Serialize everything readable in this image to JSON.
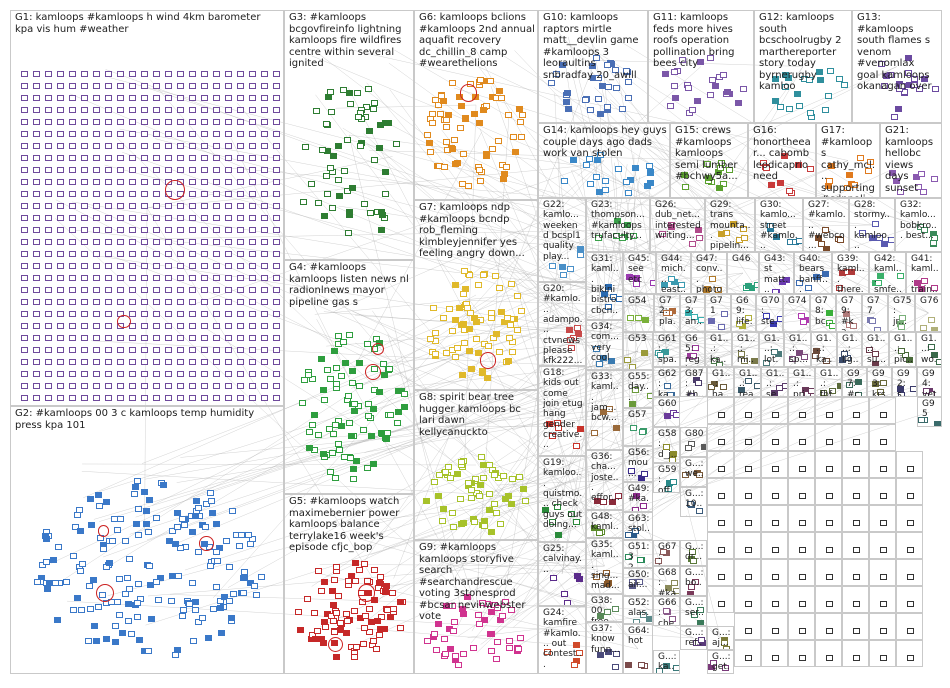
{
  "groups": [
    {
      "id": "G1",
      "text": "G1: kamloops #kamloops h wind 4km barometer kpa vis hum #weather",
      "color": "#6f4a9c"
    },
    {
      "id": "G2",
      "text": "G2: #kamloops 00 3 c kamloops temp humidity press kpa 101",
      "color": "#3a78c8"
    },
    {
      "id": "G3",
      "text": "G3: #kamloops bcgovfireinfo lightning kamloops fire wildfires centre within several ignited",
      "color": "#2e7d32"
    },
    {
      "id": "G4",
      "text": "G4: #kamloops kamloops listen news nl radionlnews mayor pipeline gas s",
      "color": "#2e9e3e"
    },
    {
      "id": "G5",
      "text": "G5: #kamloops watch maximebernier power kamloops balance terrylake16 week's episode cfjc_bop",
      "color": "#c62828"
    },
    {
      "id": "G6",
      "text": "G6: kamloops bclions #kamloops 2nd annual aquafit recovery dc_chillin_8 camp #wearethelions",
      "color": "#e08a1e"
    },
    {
      "id": "G7",
      "text": "G7: kamloops ndp #kamloops bcndp rob_fleming kimbleyjennifer yes feeling angry down...",
      "color": "#e0b92a"
    },
    {
      "id": "G8",
      "text": "G8: spirit bear tree hugger kamloops bc lari dawn kellycanuckto",
      "color": "#a7c22a"
    },
    {
      "id": "G9",
      "text": "G9: #kamloops kamloops storyfive search #searchandrescue voting 3stonesprod #bcsar nevinwebster vote",
      "color": "#d0338f"
    },
    {
      "id": "G10",
      "text": "G10: kamloops raptors mirtle matt__devlin game #kamloops 3 leoraultins snbradfay 20_awill",
      "color": "#4a6fb5"
    },
    {
      "id": "G11",
      "text": "G11: kamloops feds more hives roofs operation pollination bring bees city",
      "color": "#7b57a8"
    },
    {
      "id": "G12",
      "text": "G12: kamloops south bcschoolrugby 2 marthereporter story today byrnerugby kamloo",
      "color": "#2f8f9d"
    },
    {
      "id": "G13",
      "text": "G13: #kamloops south flames s venom #venomlax goal kamloops okanagan over",
      "color": "#6b4aa0"
    },
    {
      "id": "G14",
      "text": "G14: kamloops hey guys couple days ago dads work van stolen",
      "color": "#3a88c8"
    },
    {
      "id": "G15",
      "text": "G15: crews #kamloops kamloops semi lumber #bchwy5a...",
      "color": "#5aa02e"
    },
    {
      "id": "G16",
      "text": "G16: honortheear... cabomb leodicaprio need",
      "color": "#c83a3a"
    },
    {
      "id": "G17",
      "text": "G17: #kamloops cathy_mcl... supporting #cdnpoli...",
      "color": "#e07a1e"
    },
    {
      "id": "G21",
      "text": "G21: kamloops hellobc views days sunset",
      "color": "#8a5ab0"
    },
    {
      "id": "G22",
      "text": "G22: kamlo... weekend bcspl1 quality play...",
      "color": "#4a90c8"
    },
    {
      "id": "G23",
      "text": "G23: thompson... #kamloops trufaculty...",
      "color": "#3aa04a"
    },
    {
      "id": "G26",
      "text": "G26: dub_net... interested writing...",
      "color": "#b04a8a"
    },
    {
      "id": "G29",
      "text": "G29: trans mounta... pipelin...",
      "color": "#c8a02a"
    },
    {
      "id": "G30",
      "text": "G30: kamlo... street #kamlo...",
      "color": "#2a7a9a"
    },
    {
      "id": "G27",
      "text": "G27: #kamlo... #webco... #comic...",
      "color": "#7a4a2a"
    },
    {
      "id": "G28",
      "text": "G28: stormy... kamloo... ryannor...",
      "color": "#5a5ab0"
    },
    {
      "id": "G32",
      "text": "G32: kamlo... bobkro... best...",
      "color": "#3a8a5a"
    },
    {
      "id": "G20",
      "text": "G20: #kamlo... adampo... ctvnews please kfk222...",
      "color": "#c84a4a"
    },
    {
      "id": "G31",
      "text": "G31: kaml... bikini bistro cbcn...",
      "color": "#2a6ab0"
    },
    {
      "id": "G45",
      "text": "G45: see etc",
      "color": "#9a3ab0"
    },
    {
      "id": "G44",
      "text": "G44: mich... east...",
      "color": "#3a9ab0"
    },
    {
      "id": "G47",
      "text": "G47: conv... photo...",
      "color": "#b07a2a"
    },
    {
      "id": "G46",
      "text": "G46",
      "color": "#2aa07a"
    },
    {
      "id": "G43",
      "text": "G43: st matt...",
      "color": "#6a3ab0"
    },
    {
      "id": "G40",
      "text": "G40: bears banff...",
      "color": "#3a6ab0"
    },
    {
      "id": "G39",
      "text": "G39: kaml... there... smfe...",
      "color": "#b03a3a"
    },
    {
      "id": "G42",
      "text": "G42: kaml... smfe...",
      "color": "#3ab06a"
    },
    {
      "id": "G41",
      "text": "G41: kaml... train...",
      "color": "#b03a8a"
    },
    {
      "id": "G34",
      "text": "G34: com... very cool",
      "color": "#3a7ab0"
    },
    {
      "id": "G54",
      "text": "G54",
      "color": "#7ab03a"
    },
    {
      "id": "G72",
      "text": "G72: pla...",
      "color": "#b06a3a"
    },
    {
      "id": "G73",
      "text": "G73: an...",
      "color": "#3ab0b0"
    },
    {
      "id": "G71",
      "text": "G71",
      "color": "#6a6ab0"
    },
    {
      "id": "G69",
      "text": "G69: life...",
      "color": "#b0b03a"
    },
    {
      "id": "G70",
      "text": "G70: ste...",
      "color": "#3a3ab0"
    },
    {
      "id": "G74",
      "text": "G74",
      "color": "#b03ab0"
    },
    {
      "id": "G78",
      "text": "G78: bc...",
      "color": "#3ab03a"
    },
    {
      "id": "G79",
      "text": "G79: #ka...",
      "color": "#b07a7a"
    },
    {
      "id": "G77",
      "text": "G77",
      "color": "#7a7ab0"
    },
    {
      "id": "G75",
      "text": "G75: jr...",
      "color": "#7ab07a"
    },
    {
      "id": "G76",
      "text": "G76",
      "color": "#b0b07a"
    },
    {
      "id": "G18",
      "text": "G18: kids out come join etug hang gender creative...",
      "color": "#c8322a"
    },
    {
      "id": "G53",
      "text": "G53",
      "color": "#9a9a3a"
    },
    {
      "id": "G61",
      "text": "G61: spa...",
      "color": "#3a9a9a"
    },
    {
      "id": "G65",
      "text": "G65: regi...",
      "color": "#9a3a9a"
    },
    {
      "id": "G55",
      "text": "G55: day...",
      "color": "#6a9a3a"
    },
    {
      "id": "G62",
      "text": "G62: ka...",
      "color": "#3a6a9a"
    },
    {
      "id": "G33",
      "text": "G33: kaml... jam... bcw...",
      "color": "#9a6a3a"
    },
    {
      "id": "G57",
      "text": "G57",
      "color": "#3a9a6a"
    },
    {
      "id": "G60",
      "text": "G60",
      "color": "#6a3a9a"
    },
    {
      "id": "G19",
      "text": "G19: kamloo... quistmo... check guys out doing...",
      "color": "#2a8a3a"
    },
    {
      "id": "G36",
      "text": "G36: cha... joste... effor...",
      "color": "#8a2a3a"
    },
    {
      "id": "G56",
      "text": "G56: mou...",
      "color": "#3a2a8a"
    },
    {
      "id": "G58",
      "text": "G58: d_j...",
      "color": "#8a8a2a"
    },
    {
      "id": "G59",
      "text": "G59: off...",
      "color": "#2a8a8a"
    },
    {
      "id": "G49",
      "text": "G49: #ka...",
      "color": "#8a2a8a"
    },
    {
      "id": "G48",
      "text": "G48: kaml...",
      "color": "#5a8a2a"
    },
    {
      "id": "G63",
      "text": "G63: stol...",
      "color": "#2a5a8a"
    },
    {
      "id": "G35",
      "text": "G35: kaml... sing... mad...",
      "color": "#8a5a2a"
    },
    {
      "id": "G51",
      "text": "G51: 3 2...",
      "color": "#2a8a5a"
    },
    {
      "id": "G25",
      "text": "G25: calvinay...",
      "color": "#5a2a8a"
    },
    {
      "id": "G67",
      "text": "G67: top",
      "color": "#8a5a5a"
    },
    {
      "id": "G50",
      "text": "G50: air...",
      "color": "#5a5a8a"
    },
    {
      "id": "G38",
      "text": "G38: 00 free...",
      "color": "#5a8a5a"
    },
    {
      "id": "G68",
      "text": "G68: #ka...",
      "color": "#8a8a5a"
    },
    {
      "id": "G52",
      "text": "G52: alas...",
      "color": "#5a8a8a"
    },
    {
      "id": "G24",
      "text": "G24: kamfire #kamlo... out contest...",
      "color": "#d04a2a"
    },
    {
      "id": "G66",
      "text": "G66: che...",
      "color": "#8a5a8a"
    },
    {
      "id": "G37",
      "text": "G37: know funn...",
      "color": "#4a4a7a"
    },
    {
      "id": "G64",
      "text": "G64: hot",
      "color": "#7a4a4a"
    },
    {
      "id": "G1x1",
      "text": "G1...: ka...",
      "color": "#4a7a4a"
    },
    {
      "id": "G1x2",
      "text": "G1...: mi...",
      "color": "#7a7a4a"
    },
    {
      "id": "G1x3",
      "text": "G1...: lot...",
      "color": "#4a7a7a"
    },
    {
      "id": "G1x4",
      "text": "G1...: sp...",
      "color": "#7a4a7a"
    },
    {
      "id": "G1x5",
      "text": "G1...: ka...",
      "color": "#6a4a3a"
    },
    {
      "id": "G1x6",
      "text": "G1...: lig...",
      "color": "#3a4a6a"
    },
    {
      "id": "G1x7",
      "text": "G1...: su...",
      "color": "#6a3a4a"
    },
    {
      "id": "G1x8",
      "text": "G1...: pic...",
      "color": "#4a6a3a"
    },
    {
      "id": "G1x9",
      "text": "G1...: wo...",
      "color": "#3a6a4a"
    },
    {
      "id": "G87",
      "text": "G87: #h...",
      "color": "#4a3a6a"
    },
    {
      "id": "G1x10",
      "text": "G1...: ha...",
      "color": "#6a5a3a"
    },
    {
      "id": "G1x11",
      "text": "G1...: rea...",
      "color": "#3a5a6a"
    },
    {
      "id": "G1x12",
      "text": "G1...: se...",
      "color": "#5a3a6a"
    },
    {
      "id": "G1x13",
      "text": "G1...: pri...",
      "color": "#6a3a5a"
    },
    {
      "id": "G1x14",
      "text": "G1...: fbf...",
      "color": "#5a6a3a"
    },
    {
      "id": "G97",
      "text": "G97: #cd...",
      "color": "#3a6a5a"
    },
    {
      "id": "G93",
      "text": "G93: krs...",
      "color": "#6a6a3a"
    },
    {
      "id": "G92",
      "text": "G92: s...",
      "color": "#3a3a6a"
    },
    {
      "id": "G94",
      "text": "G94: vet...",
      "color": "#6a3a6a"
    },
    {
      "id": "G95",
      "text": "G95",
      "color": "#3a6a6a"
    },
    {
      "id": "G80",
      "text": "G80",
      "color": "#5a5a5a"
    },
    {
      "id": "Gm1",
      "text": "G...: we...",
      "color": "#7a5a3a"
    },
    {
      "id": "Gm2",
      "text": "G...: 10...",
      "color": "#3a5a7a"
    },
    {
      "id": "Gm3",
      "text": "G...: dr...",
      "color": "#5a7a3a"
    },
    {
      "id": "Gm4",
      "text": "G...: bo...",
      "color": "#7a3a5a"
    },
    {
      "id": "Gm5",
      "text": "G...: ser...",
      "color": "#3a7a5a"
    },
    {
      "id": "Gm6",
      "text": "G...: ref...",
      "color": "#5a3a7a"
    },
    {
      "id": "Gm7",
      "text": "G...: aj...",
      "color": "#7a7a3a"
    },
    {
      "id": "Gm8",
      "text": "G...: ka...",
      "color": "#3a7a7a"
    },
    {
      "id": "Gm9",
      "text": "G...: get...",
      "color": "#7a3a7a"
    }
  ]
}
